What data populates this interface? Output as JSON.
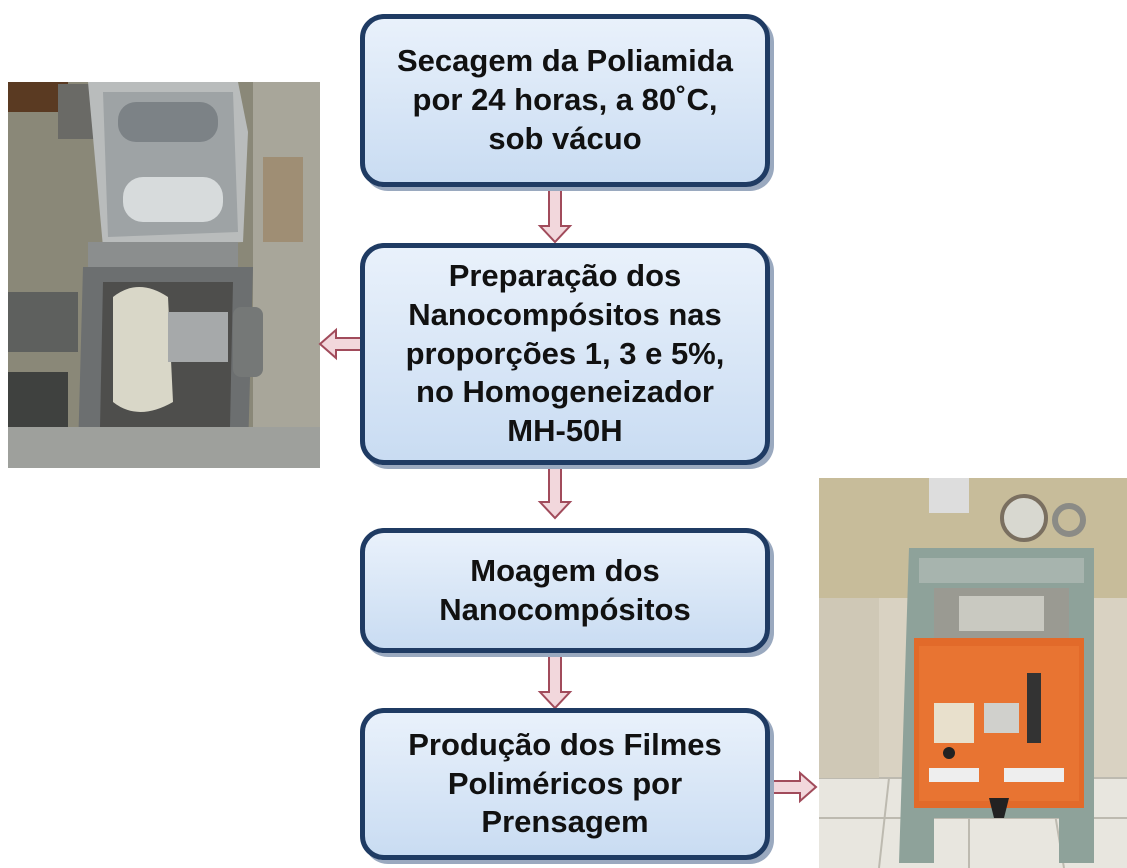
{
  "flow": {
    "step1": "Secagem da Poliamida\npor 24 horas, a 80˚C,\nsob vácuo",
    "step2": "Preparação dos\nNanocompósitos nas\nproporções 1, 3 e 5%,\nno Homogeneizador\nMH-50H",
    "step3": "Moagem dos\nNanocompósitos",
    "step4": "Produção dos Filmes\nPoliméricos por\nPrensagem"
  },
  "colors": {
    "box_border": "#1f3b63",
    "box_fill": "#c9dcf2",
    "arrow_fill": "#f2d7dc",
    "arrow_stroke": "#a14b5b"
  },
  "photos": {
    "homogenizer": {
      "icon": "homogenizer-photo"
    },
    "press": {
      "icon": "press-machine-photo"
    }
  }
}
